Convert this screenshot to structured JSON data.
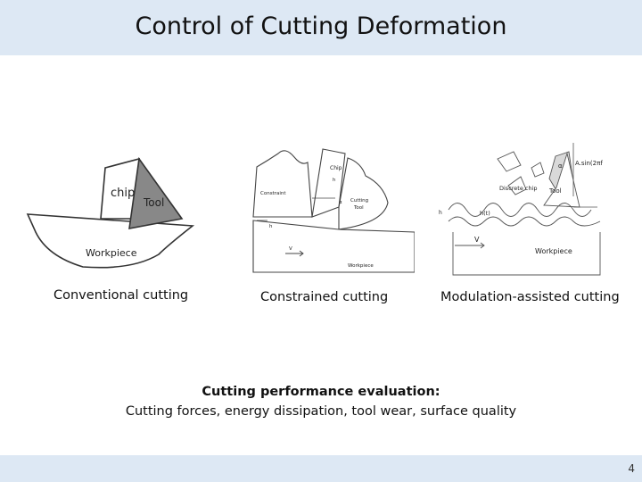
{
  "title": "Control of Cutting Deformation",
  "figures": {
    "conventional": {
      "caption": "Conventional cutting",
      "chip": "chip",
      "tool": "Tool",
      "workpiece": "Workpiece"
    },
    "constrained": {
      "caption": "Constrained cutting",
      "chip": "Chip",
      "hc": "h",
      "constraint": "Constraint",
      "cutting_tool_1": "Cutting",
      "cutting_tool_2": "Tool",
      "alpha": "α",
      "h0": "h",
      "vc": "V",
      "workpiece": "Workpiece"
    },
    "modulation": {
      "caption": "Modulation-assisted cutting",
      "formula": "A.sin(2πf",
      "discrete_chip": "Discrete chip",
      "tool": "Tool",
      "alpha": "α",
      "h0": "h",
      "ht": "h(t)",
      "v": "V",
      "workpiece": "Workpiece"
    }
  },
  "summary": {
    "heading": "Cutting performance evaluation:",
    "items": "Cutting forces, energy dissipation, tool wear, surface quality"
  },
  "page_number": "4",
  "colors": {
    "header_bg": "#dde8f4",
    "tool_fill": "#888888"
  }
}
